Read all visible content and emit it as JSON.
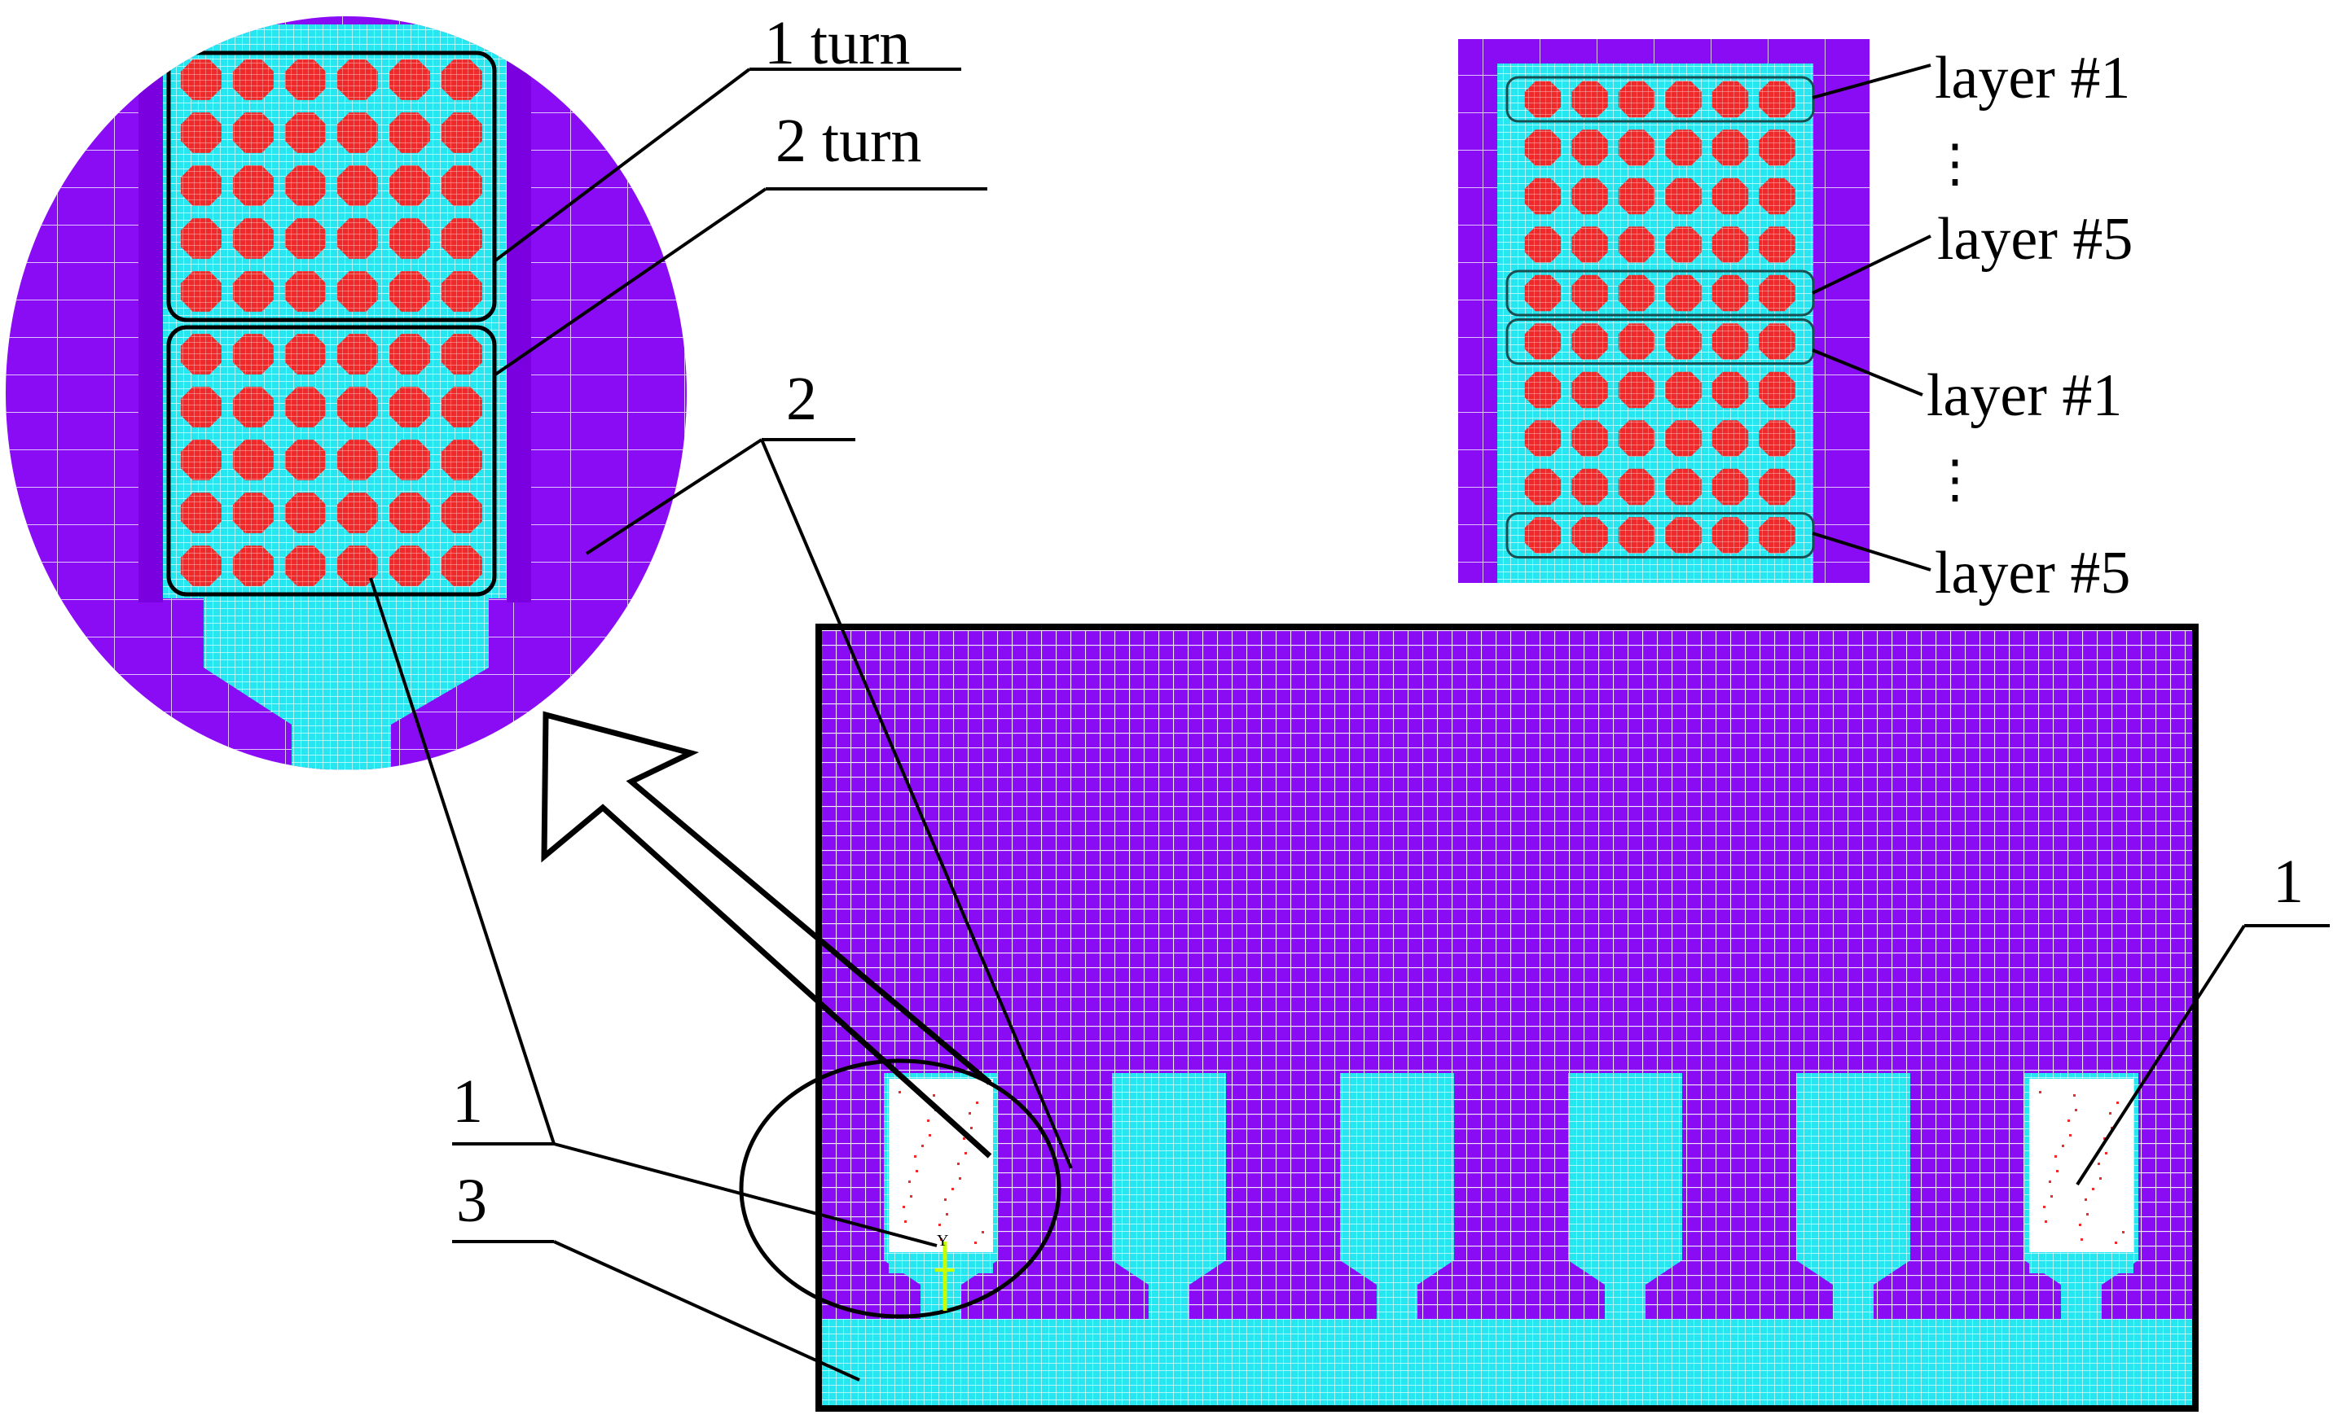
{
  "colors": {
    "core": "#8a0cf5",
    "air": "#26e7f0",
    "conductor": "#ee2a2a",
    "mesh_line": "#ffffff",
    "outline": "#000000"
  },
  "labels": {
    "turn_1": "1 turn",
    "turn_2": "2 turn",
    "zoom_label_2": "2",
    "zoom_label_1": "1",
    "zoom_label_3": "3",
    "right_label_1": "1",
    "layer_top_first": "layer #1",
    "layer_top_last": "layer #5",
    "layer_bottom_first": "layer #1",
    "layer_bottom_last": "layer #5",
    "ellipsis": "⋮"
  },
  "slot_grid": {
    "columns": 6,
    "rows_per_turn": 5,
    "turns": 2
  },
  "main_model": {
    "slots": 6,
    "filled_slots": [
      0,
      5
    ],
    "axis_marker": "Y"
  }
}
